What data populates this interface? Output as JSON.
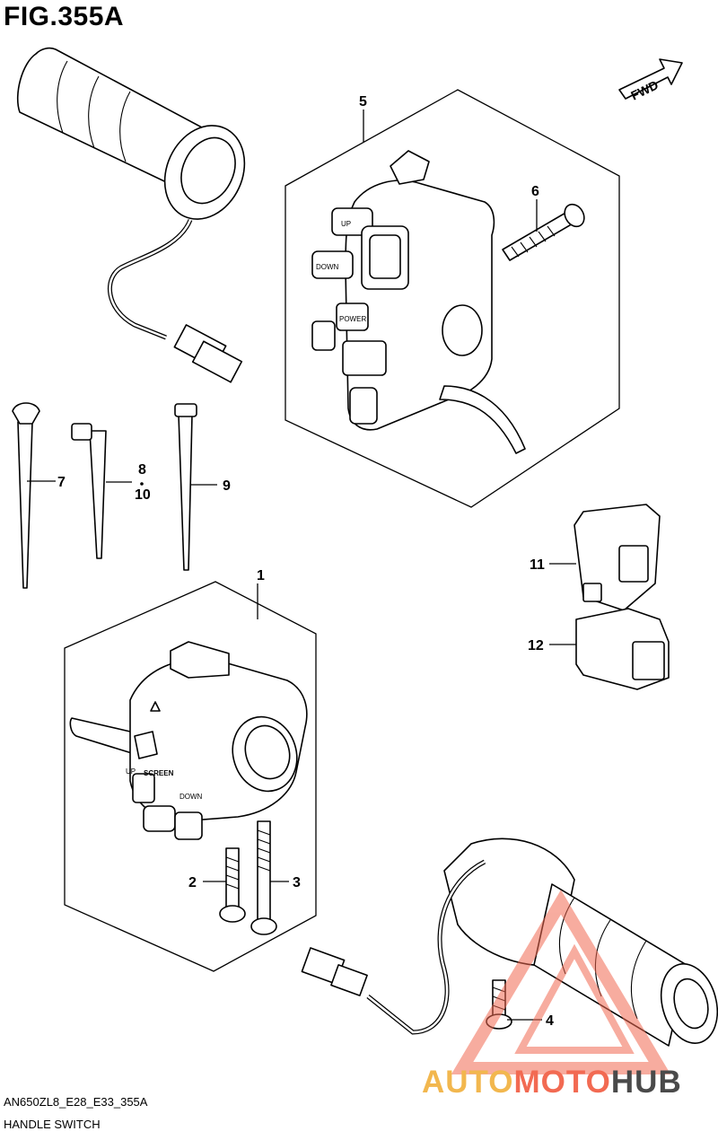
{
  "figure": {
    "title": "FIG.355A"
  },
  "footer": {
    "code": "AN650ZL8_E28_E33_355A",
    "name": "HANDLE SWITCH"
  },
  "direction_arrow": {
    "label": "FWD"
  },
  "callouts": [
    "1",
    "2",
    "3",
    "4",
    "5",
    "6",
    "7",
    "8",
    "10",
    "9",
    "11",
    "12"
  ],
  "switch_labels": {
    "up": "UP",
    "down": "DOWN",
    "power": "POWER",
    "screen": "SCREEN",
    "up_small": "UP",
    "down_small": "DOWN"
  },
  "watermark": {
    "part1": "AUTO",
    "part2": "MOTO",
    "part3": "HUB",
    "colors": [
      "#f2b74e",
      "#f26a52",
      "#4a4a4a"
    ]
  }
}
